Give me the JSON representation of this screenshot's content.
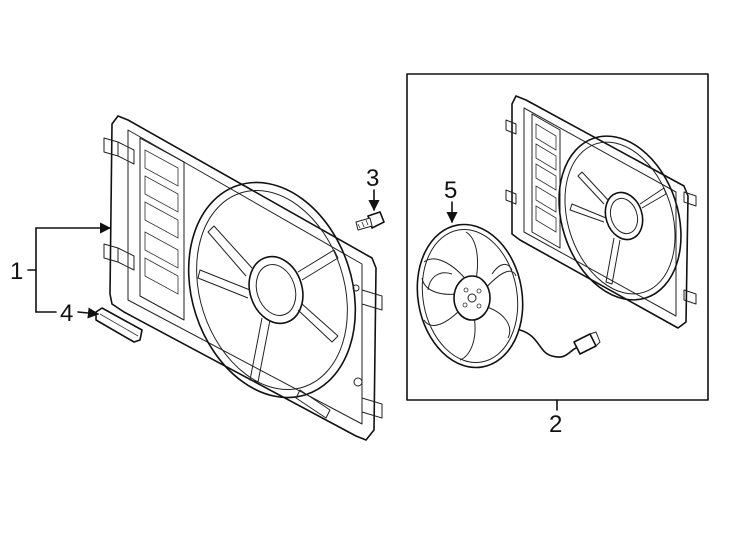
{
  "callouts": {
    "c1": "1",
    "c2": "2",
    "c3": "3",
    "c4": "4",
    "c5": "5"
  },
  "colors": {
    "line": "#111111",
    "background": "#ffffff"
  }
}
